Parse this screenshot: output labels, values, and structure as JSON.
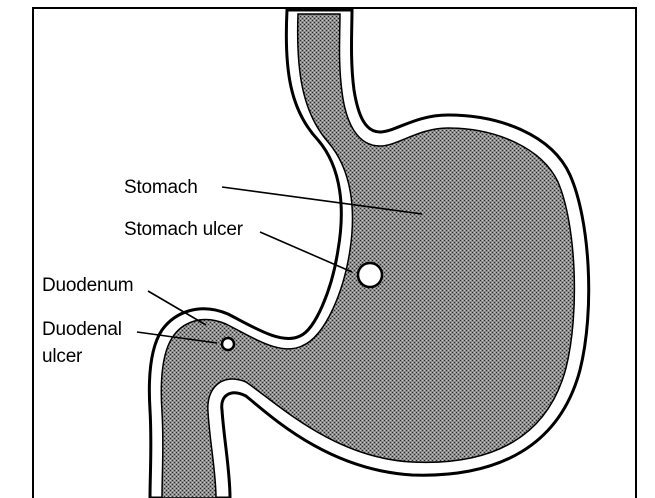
{
  "figure": {
    "labels": {
      "stomach": "Stomach",
      "stomach_ulcer": "Stomach ulcer",
      "duodenum": "Duodenum",
      "duodenal_ulcer_line1": "Duodenal",
      "duodenal_ulcer_line2": "ulcer"
    },
    "colors": {
      "outline": "#000000",
      "tissue_fill": "#8a8a8a",
      "background": "#ffffff"
    }
  }
}
